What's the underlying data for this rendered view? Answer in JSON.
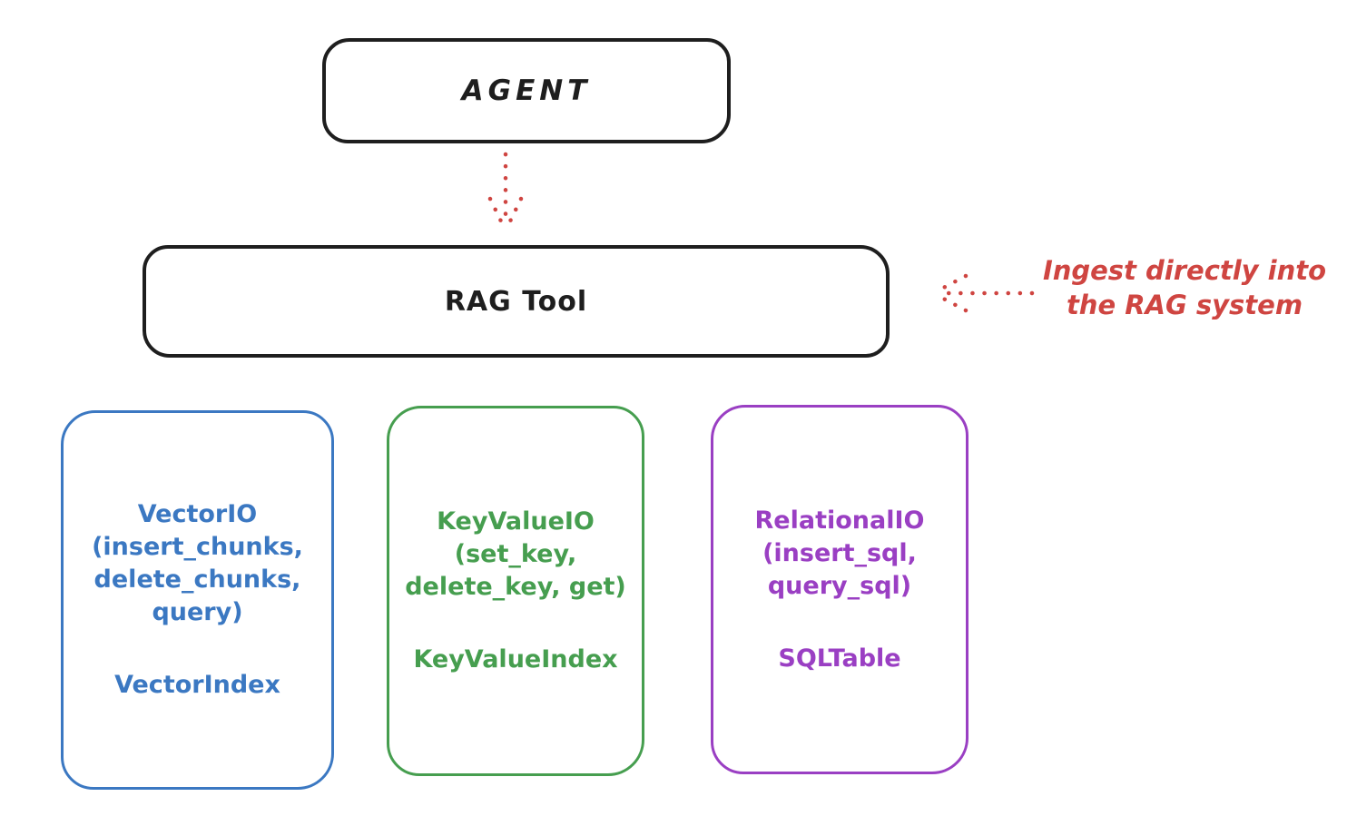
{
  "colors": {
    "ink": "#1e1e1e",
    "red": "#cf4541",
    "blue": "#3b78c2",
    "green": "#469e4f",
    "purple": "#9a3fc3",
    "background": "#ffffff"
  },
  "diagram": {
    "agent": {
      "label": "AGENT"
    },
    "rag_tool": {
      "label": "RAG Tool"
    },
    "ingest_note": {
      "line1": "Ingest directly into",
      "line2": "the RAG system"
    },
    "arrows": [
      {
        "name": "agent-to-rag-tool",
        "style": "dotted",
        "color": "red",
        "direction": "down"
      },
      {
        "name": "ingest-into-rag-tool",
        "style": "dotted",
        "color": "red",
        "direction": "left"
      }
    ],
    "backends": [
      {
        "name": "vector-io",
        "color": "blue",
        "title_lines": [
          "VectorIO",
          "(insert_chunks,",
          "delete_chunks,",
          "query)"
        ],
        "store_label": "VectorIndex"
      },
      {
        "name": "keyvalue-io",
        "color": "green",
        "title_lines": [
          "KeyValueIO",
          "(set_key,",
          "delete_key, get)"
        ],
        "store_label": "KeyValueIndex"
      },
      {
        "name": "relational-io",
        "color": "purple",
        "title_lines": [
          "RelationalIO",
          "(insert_sql,",
          "query_sql)"
        ],
        "store_label": "SQLTable"
      }
    ]
  }
}
